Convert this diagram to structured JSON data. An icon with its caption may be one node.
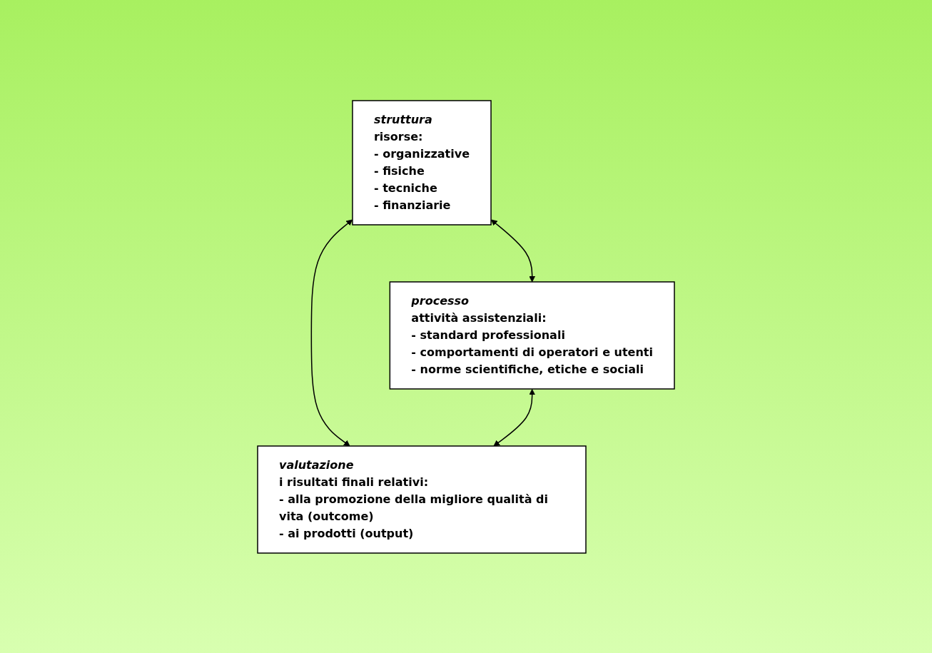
{
  "diagram": {
    "nodes": [
      {
        "text": [
          "struttura",
          "risorse:",
          "- organizzative",
          "- fisiche",
          "- tecniche",
          "- finanziarie"
        ]
      },
      {
        "text": [
          "processo",
          "attività assistenziali:",
          "- standard professionali",
          "- comportamenti di operatori e utenti",
          "- norme scientifiche, etiche e sociali"
        ]
      },
      {
        "text": [
          "valutazione",
          "i risultati finali relativi:",
          "- alla promozione della migliore qualità di vita (outcome)",
          "- ai prodotti (output)"
        ]
      }
    ],
    "edges": [
      {
        "from": 0,
        "to": 1,
        "arrow": "both"
      },
      {
        "from": 0,
        "to": 2,
        "arrow": "both"
      },
      {
        "from": 1,
        "to": 2,
        "arrow": "both"
      }
    ]
  }
}
